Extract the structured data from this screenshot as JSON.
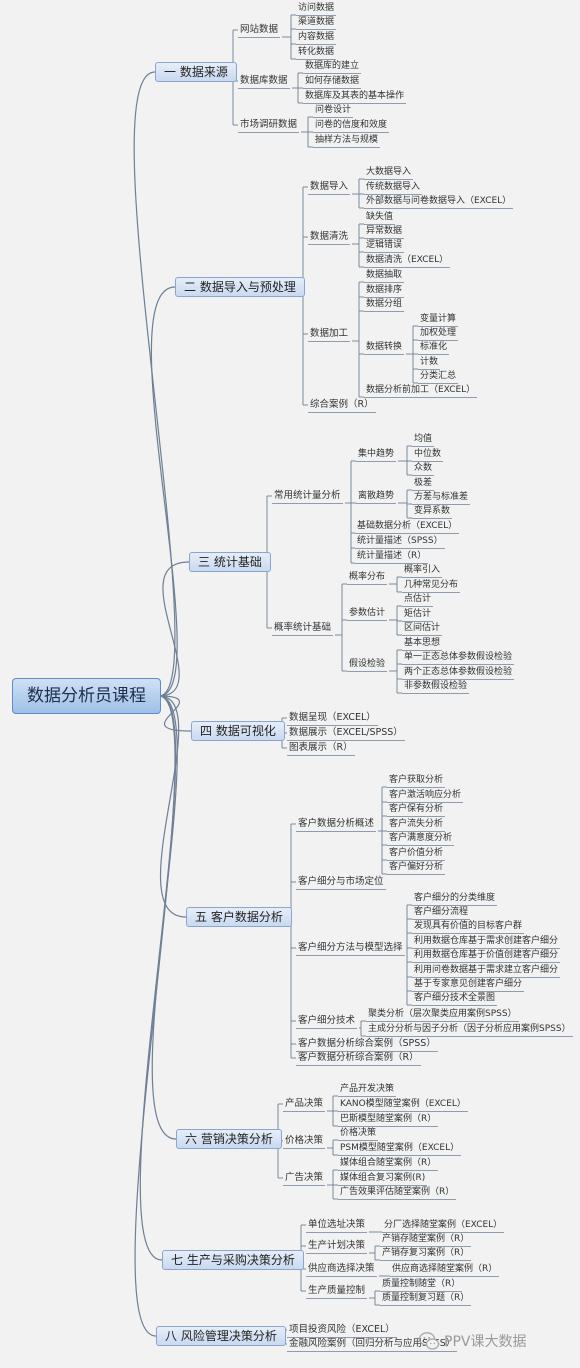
{
  "root": {
    "label": "数据分析员课程"
  },
  "branches": [
    {
      "label": "一 数据来源",
      "children": [
        {
          "label": "网站数据",
          "children": [
            "访问数据",
            "渠道数据",
            "内容数据",
            "转化数据"
          ]
        },
        {
          "label": "数据库数据",
          "children": [
            "数据库的建立",
            "如何存储数据",
            "数据库及其表的基本操作"
          ]
        },
        {
          "label": "市场调研数据",
          "children": [
            "问卷设计",
            "问卷的信度和效度",
            "抽样方法与规模"
          ]
        }
      ]
    },
    {
      "label": "二 数据导入与预处理",
      "children": [
        {
          "label": "数据导入",
          "children": [
            "大数据导入",
            "传统数据导入",
            "外部数据与问卷数据导入（EXCEL）"
          ]
        },
        {
          "label": "数据清洗",
          "children": [
            "缺失值",
            "异常数据",
            "逻辑错误",
            "数据清洗（EXCEL）"
          ]
        },
        {
          "label": "数据加工",
          "children": [
            "数据抽取",
            "数据排序",
            "数据分组",
            {
              "label": "数据转换",
              "children": [
                "变量计算",
                "加权处理",
                "标准化",
                "计数",
                "分类汇总"
              ]
            },
            "数据分析前加工（EXCEL）"
          ]
        },
        {
          "label": "综合案例（R）"
        }
      ]
    },
    {
      "label": "三 统计基础",
      "children": [
        {
          "label": "常用统计量分析",
          "children": [
            {
              "label": "集中趋势",
              "children": [
                "均值",
                "中位数",
                "众数"
              ]
            },
            {
              "label": "离散趋势",
              "children": [
                "极差",
                "方差与标准差",
                "变异系数"
              ]
            },
            "基础数据分析（EXCEL）",
            "统计量描述（SPSS）",
            "统计量描述（R）"
          ]
        },
        {
          "label": "概率统计基础",
          "children": [
            {
              "label": "概率分布",
              "children": [
                "概率引入",
                "几种常见分布"
              ]
            },
            {
              "label": "参数估计",
              "children": [
                "点估计",
                "矩估计",
                "区间估计"
              ]
            },
            {
              "label": "假设检验",
              "children": [
                "基本思想",
                "单一正态总体参数假设检验",
                "两个正态总体参数假设检验",
                "非参数假设检验"
              ]
            }
          ]
        }
      ]
    },
    {
      "label": "四 数据可视化",
      "children": [
        {
          "label": "数据呈现（EXCEL）"
        },
        {
          "label": "数据展示（EXCEL/SPSS）"
        },
        {
          "label": "图表展示（R）"
        }
      ]
    },
    {
      "label": "五 客户数据分析",
      "children": [
        {
          "label": "客户数据分析概述",
          "children": [
            "客户获取分析",
            "客户激活响应分析",
            "客户保有分析",
            "客户流失分析",
            "客户满意度分析",
            "客户价值分析",
            "客户偏好分析"
          ]
        },
        {
          "label": "客户细分与市场定位"
        },
        {
          "label": "客户细分方法与模型选择",
          "children": [
            "客户细分的分类维度",
            "客户细分流程",
            "发现具有价值的目标客户群",
            "利用数据仓库基于需求创建客户细分",
            "利用数据仓库基于价值创建客户细分",
            "利用问卷数据基于需求建立客户细分",
            "基于专家意见创建客户细分",
            "客户细分技术全景图"
          ]
        },
        {
          "label": "客户细分技术",
          "children": [
            "聚类分析（层次聚类应用案例SPSS）",
            "主成分分析与因子分析（因子分析应用案例SPSS）"
          ]
        },
        {
          "label": "客户数据分析综合案例（SPSS）"
        },
        {
          "label": "客户数据分析综合案例（R）"
        }
      ]
    },
    {
      "label": "六 营销决策分析",
      "children": [
        {
          "label": "产品决策",
          "children": [
            "产品开发决策",
            "KANO模型随堂案例（EXCEL）",
            "巴斯模型随堂案例（R）"
          ]
        },
        {
          "label": "价格决策",
          "children": [
            "价格决策",
            "PSM模型随堂案例（EXCEL）"
          ]
        },
        {
          "label": "广告决策",
          "children": [
            "媒体组合随堂案例（R）",
            "媒体组合复习案例(R)",
            "广告效果评估随堂案例（R）"
          ]
        }
      ]
    },
    {
      "label": "七 生产与采购决策分析",
      "children": [
        {
          "label": "单位选址决策",
          "children": [
            "分厂选择随堂案例（EXCEL）"
          ]
        },
        {
          "label": "生产计划决策",
          "children": [
            "产销存随堂案例（R）",
            "产销存复习案例（R）"
          ]
        },
        {
          "label": "供应商选择决策",
          "children": [
            "供应商选择随堂案例（R）"
          ]
        },
        {
          "label": "生产质量控制",
          "children": [
            "质量控制随堂（R）",
            "质量控制复习题（R）"
          ]
        }
      ]
    },
    {
      "label": "八 风险管理决策分析",
      "children": [
        {
          "label": "项目投资风险（EXCEL）"
        },
        {
          "label": "金融风险案例（回归分析与应用SPSS）"
        }
      ]
    }
  ],
  "watermark": {
    "icon": "wechat-icon",
    "text": "PPV课大数据"
  },
  "colors": {
    "background": "#f1f2f1",
    "line": "#6e7f96",
    "lv1_border": "#8aa6cf",
    "root_fill": "#9fc0e8"
  }
}
